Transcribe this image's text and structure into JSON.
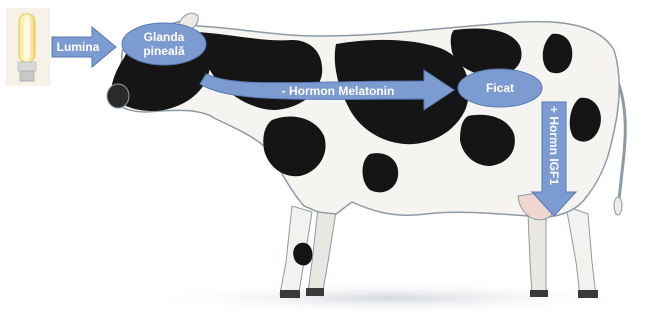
{
  "diagram": {
    "lamp_icon": "lamp-icon",
    "animal_icon": "holstein-cow-icon",
    "labels": {
      "light": "Lumina",
      "pineal_line1": "Glanda",
      "pineal_line2": "pineală",
      "melatonin": "- Hormon Melatonin",
      "liver": "Ficat",
      "igf1": "+ Hormn IGF1"
    },
    "colors": {
      "node_fill": "#7b9bd1",
      "node_stroke": "#5878b4",
      "label_text": "#ffffff"
    }
  }
}
